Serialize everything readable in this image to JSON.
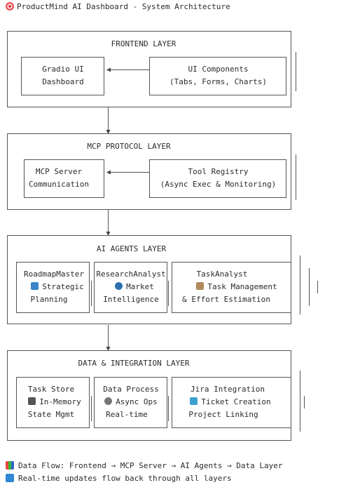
{
  "header": {
    "title": "ProductMind AI Dashboard - System Architecture"
  },
  "layers": {
    "frontend": {
      "title": "FRONTEND LAYER",
      "box1": [
        "Gradio UI",
        "Dashboard"
      ],
      "box2": [
        "UI Components",
        "(Tabs, Forms, Charts)"
      ]
    },
    "mcp": {
      "title": "MCP PROTOCOL LAYER",
      "box1": [
        "MCP Server",
        "Communication"
      ],
      "box2": [
        "Tool Registry",
        "(Async Exec & Monitoring)"
      ]
    },
    "agents": {
      "title": "AI AGENTS LAYER",
      "box1": [
        "RoadmapMaster",
        "Strategic",
        "Planning"
      ],
      "box2": [
        "ResearchAnalyst",
        "Market",
        "Intelligence"
      ],
      "box3": [
        "TaskAnalyst",
        "Task Management",
        "& Effort Estimation"
      ]
    },
    "data": {
      "title": "DATA & INTEGRATION LAYER",
      "box1": [
        "Task Store",
        "In-Memory",
        "State Mgmt"
      ],
      "box2": [
        "Data Process",
        "Async Ops",
        "Real-time"
      ],
      "box3": [
        "Jira Integration",
        "Ticket Creation",
        "Project Linking"
      ]
    }
  },
  "footer": {
    "line1": "Data Flow: Frontend → MCP Server → AI Agents → Data Layer",
    "line2": "Real-time updates flow back through all layers"
  },
  "icons": {
    "title_icon": "target-icon",
    "strategic": "book-icon",
    "market": "magnifier-icon",
    "task_mgmt": "clipboard-icon",
    "in_memory": "floppy-disk-icon",
    "async_ops": "gear-icon",
    "ticket": "ticket-icon",
    "data_flow": "bar-chart-icon",
    "realtime": "refresh-icon"
  }
}
